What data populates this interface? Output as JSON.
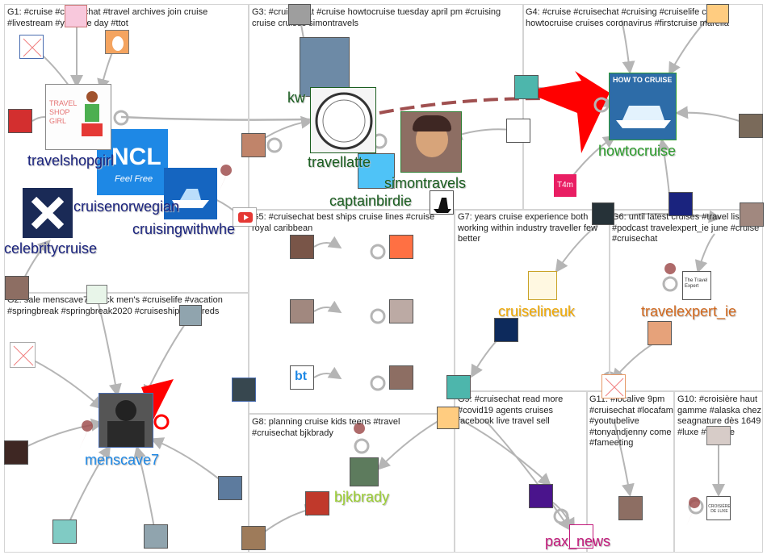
{
  "groups": [
    {
      "id": "g1",
      "text": "G1: #cruise #cruisechat #travel archives join cruise #livestream #youtube day #ttot"
    },
    {
      "id": "g2",
      "text": "G2: sale menscave7 check men's #cruiselife #vacation #springbreak #springbreak2020 #cruiseship hundreds"
    },
    {
      "id": "g3",
      "text": "G3: #cruisechat #cruise howtocruise tuesday april pm #cruising cruise cruises simontravels"
    },
    {
      "id": "g4",
      "text": "G4: #cruise #cruisechat #cruising #cruiselife cruise howtocruise cruises coronavirus #firstcruise marella"
    },
    {
      "id": "g5",
      "text": "G5: #cruisechat best ships cruise lines #cruise royal caribbean"
    },
    {
      "id": "g6",
      "text": "G6: until latest cruises #travel listen #podcast travelexpert_ie june #cruise #cruisechat"
    },
    {
      "id": "g7",
      "text": "G7: years cruise experience both working within industry traveller few better"
    },
    {
      "id": "g8",
      "text": "G8: planning cruise kids teens #travel #cruisechat bjkbrady"
    },
    {
      "id": "g9",
      "text": "G9: #cruisechat read more #covid19 agents cruises facebook live travel sell"
    },
    {
      "id": "g10",
      "text": "G10: #croisière haut gamme #alaska chez seagnature dès 1649 #luxe #voyage"
    },
    {
      "id": "g11",
      "text": "G11: #localive 9pm #cruisechat #locafam #youtubelive #tonyandjenny come #fameeting"
    }
  ],
  "node_labels": [
    {
      "id": "travelshopgirl",
      "text": "travelshopgirl",
      "color": "#1a237e"
    },
    {
      "id": "cruisenorwegian",
      "text": "cruisenorwegian",
      "color": "#1a237e"
    },
    {
      "id": "cruisingwithwhe",
      "text": "cruisingwithwhe",
      "color": "#1a237e"
    },
    {
      "id": "celebritycruise",
      "text": "celebritycruise",
      "color": "#1a237e"
    },
    {
      "id": "kw",
      "text": "kw",
      "color": "#1b5e20"
    },
    {
      "id": "travellatte",
      "text": "travellatte",
      "color": "#1b5e20"
    },
    {
      "id": "simontravels",
      "text": "simontravels",
      "color": "#1b5e20"
    },
    {
      "id": "captainbirdie",
      "text": "captainbirdie",
      "color": "#1b5e20"
    },
    {
      "id": "howtocruise",
      "text": "howtocruise",
      "color": "#2e9d2e"
    },
    {
      "id": "cruiselineuk",
      "text": "cruiselineuk",
      "color": "#f0a800"
    },
    {
      "id": "travelexpert_ie",
      "text": "travelexpert_ie",
      "color": "#d2691e"
    },
    {
      "id": "menscave7",
      "text": "menscave7",
      "color": "#1e88e5"
    },
    {
      "id": "bjkbrady",
      "text": "bjkbrady",
      "color": "#9acd32"
    },
    {
      "id": "pax_news",
      "text": "pax_news",
      "color": "#c2187a"
    }
  ],
  "thumb_texts": {
    "t4m": "T4m",
    "howtocruise_banner": "HOW TO CRUISE",
    "ncl": "NCL",
    "ncl_sub": "Feel Free",
    "travel_shop_girl": "TRAVEL SHOP GIRL",
    "cruise_expert": "The Travel Expert",
    "croisiere": "CROISIÈRE DE LUXE"
  },
  "colors": {
    "edge_gray": "#b5b5b5",
    "edge_red": "#ff0000",
    "edge_dark_red": "#a05050",
    "group_border": "#d4d4d4"
  }
}
